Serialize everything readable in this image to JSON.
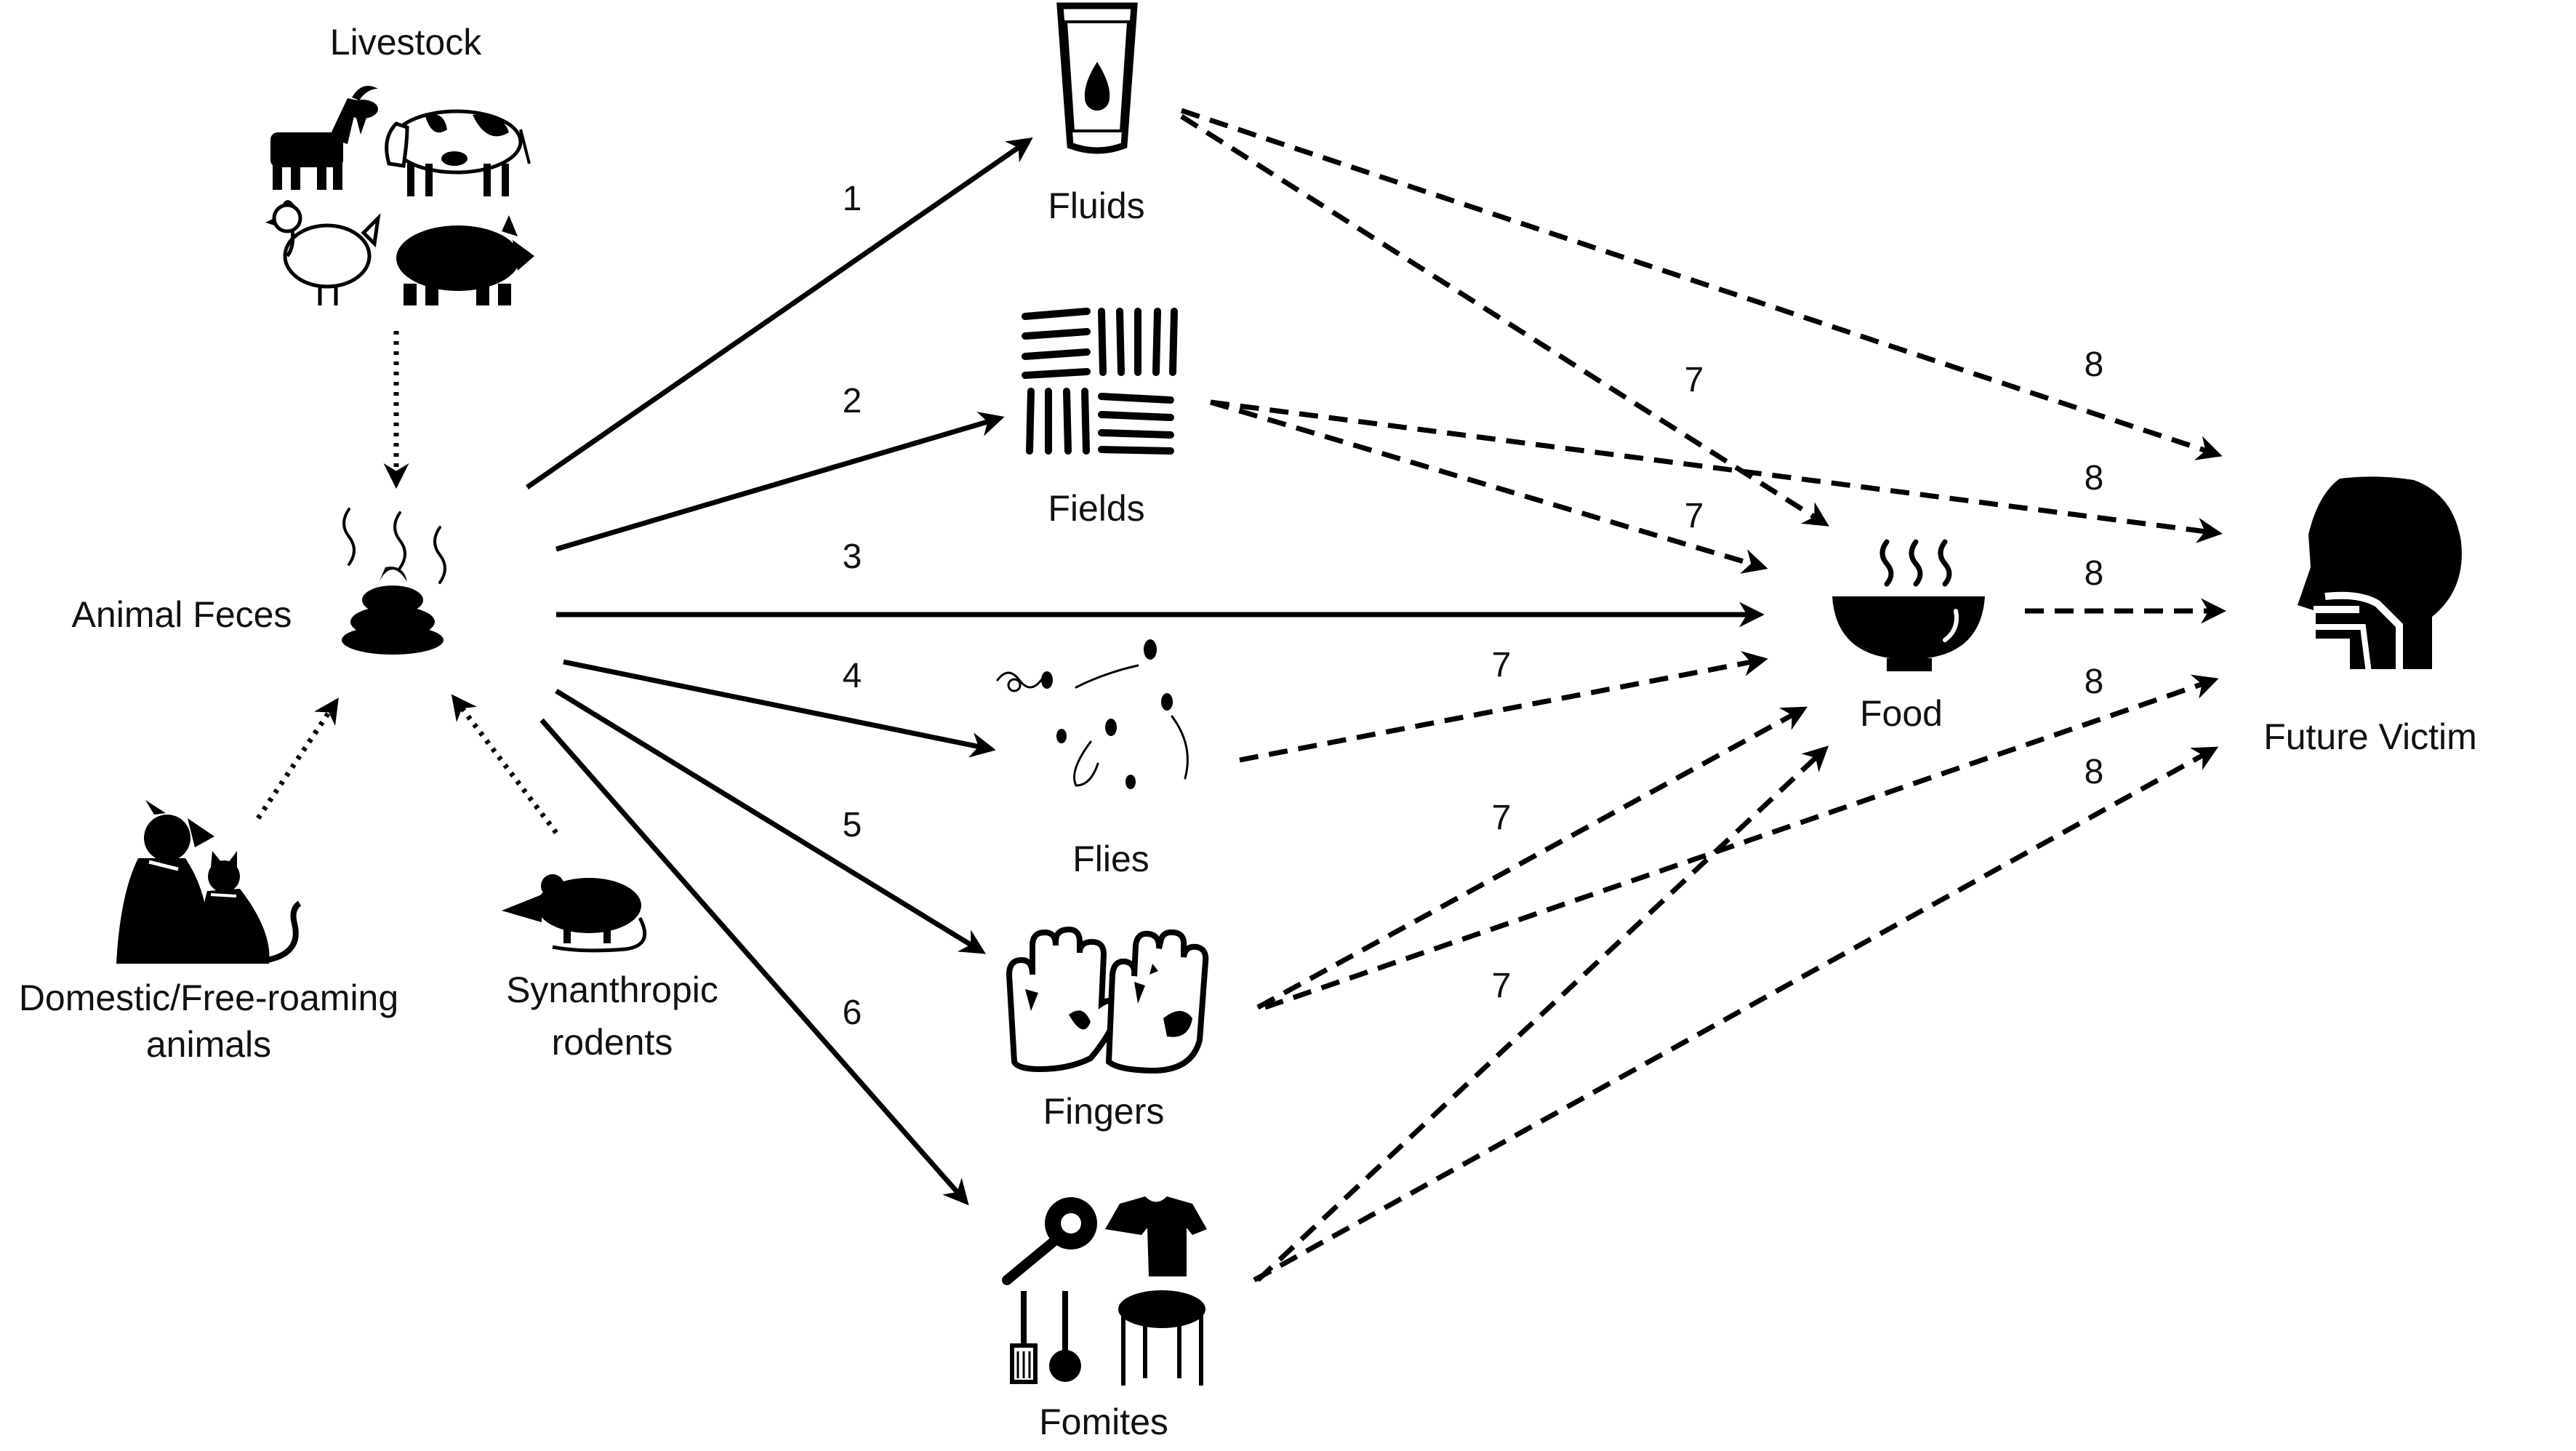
{
  "nodes": {
    "livestock": "Livestock",
    "animal_feces": "Animal Feces",
    "domestic_line1": "Domestic/Free-roaming",
    "domestic_line2": "animals",
    "rodents_line1": "Synanthropic",
    "rodents_line2": "rodents",
    "fluids": "Fluids",
    "fields": "Fields",
    "flies": "Flies",
    "fingers": "Fingers",
    "fomites": "Fomites",
    "food": "Food",
    "future_victim": "Future Victim"
  },
  "edge_labels": {
    "e1": "1",
    "e2": "2",
    "e3": "3",
    "e4": "4",
    "e5": "5",
    "e6": "6",
    "fluids_food": "7",
    "fields_food": "7",
    "flies_food": "7",
    "fingers_food": "7",
    "fomites_food": "7",
    "fluids_victim": "8",
    "fields_victim": "8",
    "food_victim": "8",
    "fingers_victim": "8",
    "fomites_victim": "8"
  },
  "icons": {
    "livestock": [
      "goat-icon",
      "cow-icon",
      "chicken-icon",
      "pig-icon"
    ],
    "animal_feces": "feces-icon",
    "domestic": "dog-cat-icon",
    "rodents": "rat-icon",
    "fluids": "water-glass-icon",
    "fields": "field-rows-icon",
    "flies": "flies-icon",
    "fingers": "dirty-hands-icon",
    "fomites": [
      "rattle-icon",
      "shirt-icon",
      "utensils-icon",
      "table-icon"
    ],
    "food": "steaming-bowl-icon",
    "future_victim": "head-throat-icon"
  }
}
